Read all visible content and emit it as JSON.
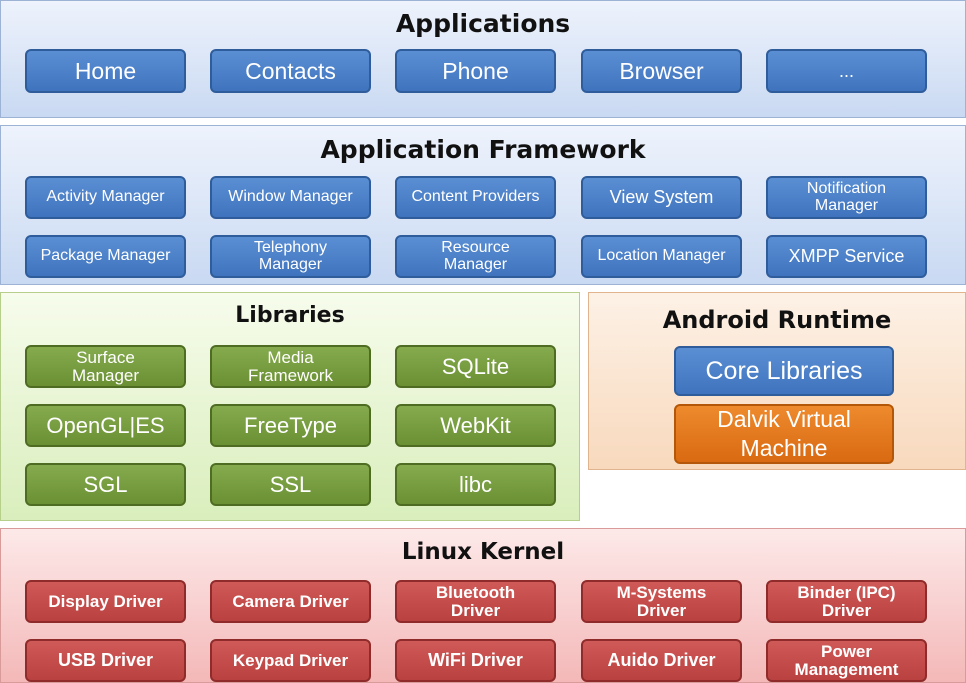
{
  "applications": {
    "title": "Applications",
    "items": [
      "Home",
      "Contacts",
      "Phone",
      "Browser",
      "..."
    ]
  },
  "framework": {
    "title": "Application Framework",
    "row1": [
      "Activity Manager",
      "Window Manager",
      "Content Providers",
      "View System",
      "Notification Manager"
    ],
    "row2": [
      "Package Manager",
      "Telephony Manager",
      "Resource Manager",
      "Location Manager",
      "XMPP Service"
    ]
  },
  "libraries": {
    "title": "Libraries",
    "items": [
      "Surface Manager",
      "Media Framework",
      "SQLite",
      "OpenGL|ES",
      "FreeType",
      "WebKit",
      "SGL",
      "SSL",
      "libc"
    ]
  },
  "runtime": {
    "title": "Android Runtime",
    "core": "Core Libraries",
    "dalvik": "Dalvik Virtual Machine"
  },
  "kernel": {
    "title": "Linux Kernel",
    "row1": [
      "Display Driver",
      "Camera Driver",
      "Bluetooth Driver",
      "M-Systems Driver",
      "Binder (IPC) Driver"
    ],
    "row2": [
      "USB Driver",
      "Keypad Driver",
      "WiFi Driver",
      "Auido Driver",
      "Power Management"
    ]
  },
  "colors": {
    "framework_box": "#4a7ec8",
    "library_box": "#769c3f",
    "runtime_box": "#e27718",
    "kernel_box": "#c24c4a"
  }
}
